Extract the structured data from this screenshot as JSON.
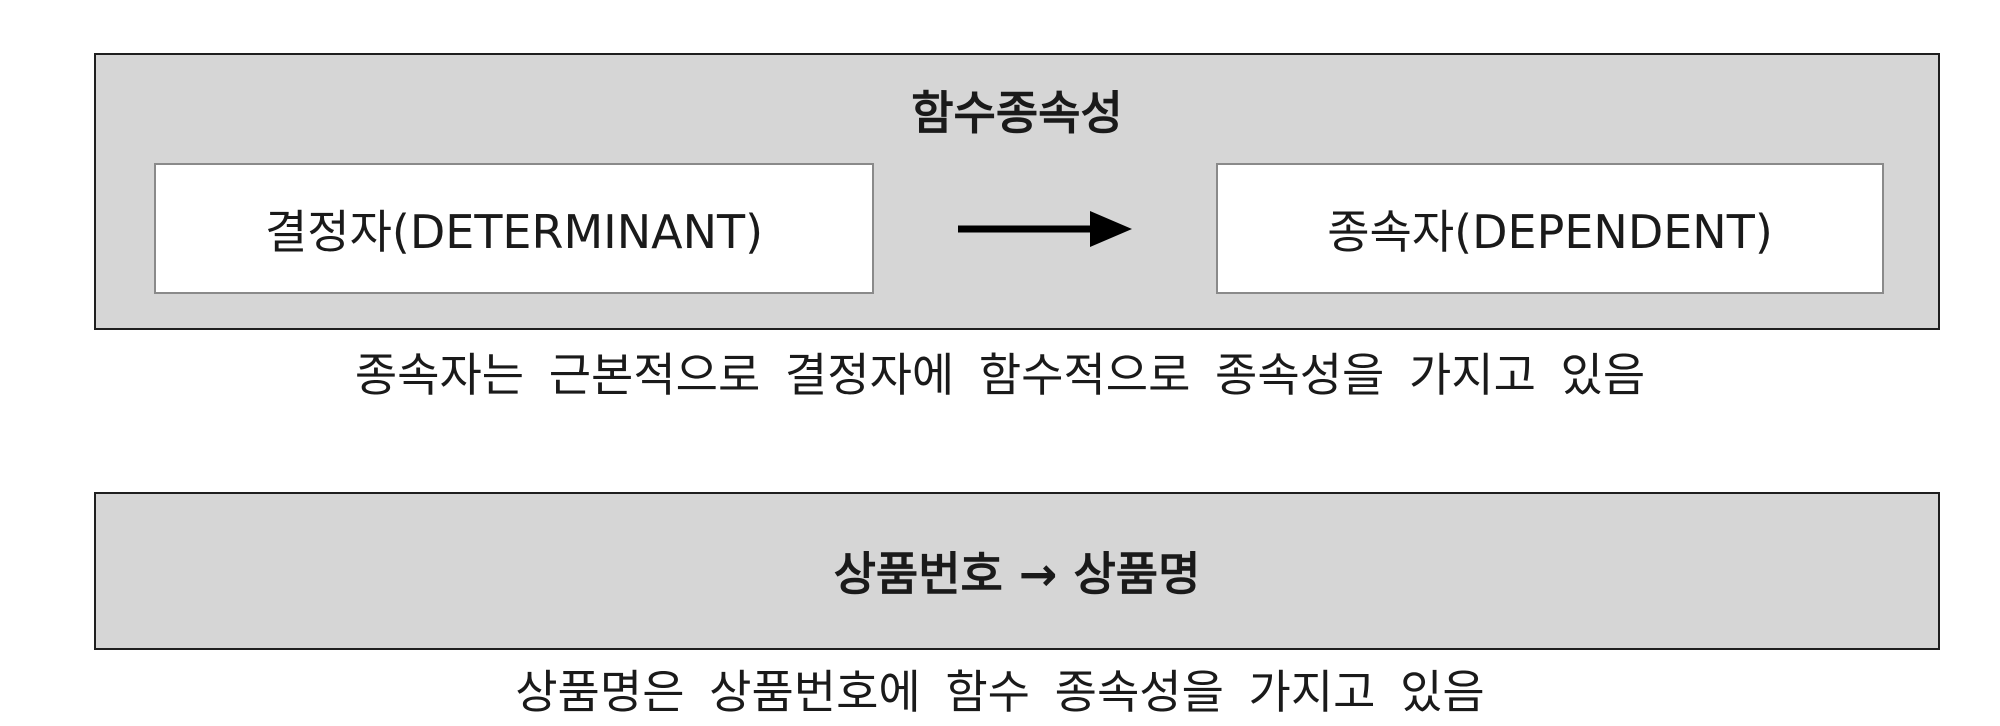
{
  "top_panel": {
    "title": "함수종속성",
    "left_box": "결정자(DETERMINANT)",
    "right_box": "종속자(DEPENDENT)",
    "arrow_icon": "right-arrow-icon"
  },
  "top_caption": "종속자는 근본적으로 결정자에 함수적으로 종속성을 가지고 있음",
  "bottom_panel": {
    "text": "상품번호 → 상품명"
  },
  "bottom_caption": "상품명은 상품번호에 함수 종속성을 가지고 있음",
  "colors": {
    "panel_background": "#d6d6d6",
    "panel_border": "#1f1f1f",
    "box_background": "#ffffff",
    "box_border": "#8a8a8a",
    "text": "#1a1a1a"
  }
}
